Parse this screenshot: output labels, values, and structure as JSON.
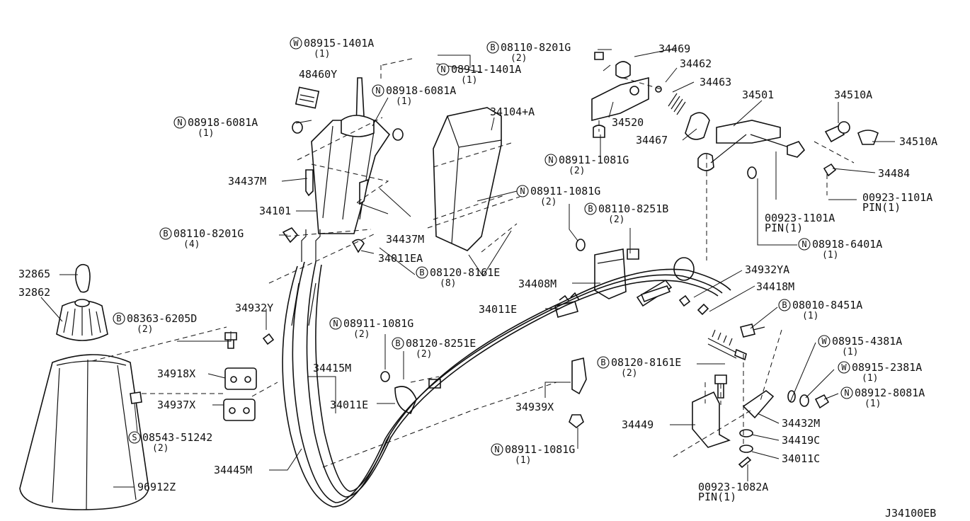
{
  "diagram": {
    "code": "J34100EB",
    "callouts": [
      {
        "id": "c1",
        "prefix": "W",
        "text": "08915-1401A",
        "qty": "(1)"
      },
      {
        "id": "c2",
        "prefix": "N",
        "text": "08911-1401A",
        "qty": "(1)"
      },
      {
        "id": "c3",
        "prefix": "",
        "text": "48460Y",
        "qty": ""
      },
      {
        "id": "c4",
        "prefix": "N",
        "text": "08918-6081A",
        "qty": "(1)"
      },
      {
        "id": "c5",
        "prefix": "N",
        "text": "08918-6081A",
        "qty": "(1)"
      },
      {
        "id": "c6",
        "prefix": "",
        "text": "34437M",
        "qty": ""
      },
      {
        "id": "c7",
        "prefix": "",
        "text": "34101",
        "qty": ""
      },
      {
        "id": "c8",
        "prefix": "",
        "text": "34437M",
        "qty": ""
      },
      {
        "id": "c9",
        "prefix": "B",
        "text": "08110-8201G",
        "qty": "(4)"
      },
      {
        "id": "c10",
        "prefix": "",
        "text": "34011EA",
        "qty": ""
      },
      {
        "id": "c11",
        "prefix": "",
        "text": "34104+A",
        "qty": ""
      },
      {
        "id": "c12",
        "prefix": "N",
        "text": "08911-1081G",
        "qty": "(2)"
      },
      {
        "id": "c13",
        "prefix": "B",
        "text": "08120-8161E",
        "qty": "(8)"
      },
      {
        "id": "c14",
        "prefix": "B",
        "text": "08110-8201G",
        "qty": "(2)"
      },
      {
        "id": "c15",
        "prefix": "",
        "text": "34469",
        "qty": ""
      },
      {
        "id": "c16",
        "prefix": "",
        "text": "34462",
        "qty": ""
      },
      {
        "id": "c17",
        "prefix": "",
        "text": "34463",
        "qty": ""
      },
      {
        "id": "c18",
        "prefix": "",
        "text": "34520",
        "qty": ""
      },
      {
        "id": "c19",
        "prefix": "",
        "text": "34467",
        "qty": ""
      },
      {
        "id": "c20",
        "prefix": "N",
        "text": "08911-1081G",
        "qty": "(2)"
      },
      {
        "id": "c21",
        "prefix": "",
        "text": "34501",
        "qty": ""
      },
      {
        "id": "c22",
        "prefix": "",
        "text": "34510A",
        "qty": ""
      },
      {
        "id": "c23",
        "prefix": "",
        "text": "34510A",
        "qty": ""
      },
      {
        "id": "c24",
        "prefix": "",
        "text": "34484",
        "qty": ""
      },
      {
        "id": "c25",
        "prefix": "",
        "text": "00923-1101A",
        "qty": "PIN(1)"
      },
      {
        "id": "c26",
        "prefix": "",
        "text": "00923-1101A",
        "qty": "PIN(1)"
      },
      {
        "id": "c27",
        "prefix": "N",
        "text": "08918-6401A",
        "qty": "(1)"
      },
      {
        "id": "c28",
        "prefix": "B",
        "text": "08110-8251B",
        "qty": "(2)"
      },
      {
        "id": "c29",
        "prefix": "",
        "text": "34408M",
        "qty": ""
      },
      {
        "id": "c30",
        "prefix": "",
        "text": "34932YA",
        "qty": ""
      },
      {
        "id": "c31",
        "prefix": "",
        "text": "34418M",
        "qty": ""
      },
      {
        "id": "c32",
        "prefix": "",
        "text": "34011E",
        "qty": ""
      },
      {
        "id": "c33",
        "prefix": "B",
        "text": "08010-8451A",
        "qty": "(1)"
      },
      {
        "id": "c34",
        "prefix": "",
        "text": "32865",
        "qty": ""
      },
      {
        "id": "c35",
        "prefix": "",
        "text": "32862",
        "qty": ""
      },
      {
        "id": "c36",
        "prefix": "B",
        "text": "08363-6205D",
        "qty": "(2)"
      },
      {
        "id": "c37",
        "prefix": "",
        "text": "34932Y",
        "qty": ""
      },
      {
        "id": "c38",
        "prefix": "N",
        "text": "08911-1081G",
        "qty": "(2)"
      },
      {
        "id": "c39",
        "prefix": "B",
        "text": "08120-8251E",
        "qty": "(2)"
      },
      {
        "id": "c40",
        "prefix": "",
        "text": "34918X",
        "qty": ""
      },
      {
        "id": "c41",
        "prefix": "",
        "text": "34415M",
        "qty": ""
      },
      {
        "id": "c42",
        "prefix": "",
        "text": "34937X",
        "qty": ""
      },
      {
        "id": "c43",
        "prefix": "",
        "text": "34011E",
        "qty": ""
      },
      {
        "id": "c44",
        "prefix": "S",
        "text": "08543-51242",
        "qty": "(2)"
      },
      {
        "id": "c45",
        "prefix": "",
        "text": "34445M",
        "qty": ""
      },
      {
        "id": "c46",
        "prefix": "",
        "text": "96912Z",
        "qty": ""
      },
      {
        "id": "c47",
        "prefix": "B",
        "text": "08120-8161E",
        "qty": "(2)"
      },
      {
        "id": "c48",
        "prefix": "",
        "text": "34939X",
        "qty": ""
      },
      {
        "id": "c49",
        "prefix": "N",
        "text": "08911-1081G",
        "qty": "(1)"
      },
      {
        "id": "c50",
        "prefix": "",
        "text": "34449",
        "qty": ""
      },
      {
        "id": "c51",
        "prefix": "W",
        "text": "08915-4381A",
        "qty": "(1)"
      },
      {
        "id": "c52",
        "prefix": "W",
        "text": "08915-2381A",
        "qty": "(1)"
      },
      {
        "id": "c53",
        "prefix": "N",
        "text": "08912-8081A",
        "qty": "(1)"
      },
      {
        "id": "c54",
        "prefix": "",
        "text": "34432M",
        "qty": ""
      },
      {
        "id": "c55",
        "prefix": "",
        "text": "34419C",
        "qty": ""
      },
      {
        "id": "c56",
        "prefix": "",
        "text": "34011C",
        "qty": ""
      },
      {
        "id": "c57",
        "prefix": "",
        "text": "00923-1082A",
        "qty": "PIN(1)"
      }
    ]
  }
}
